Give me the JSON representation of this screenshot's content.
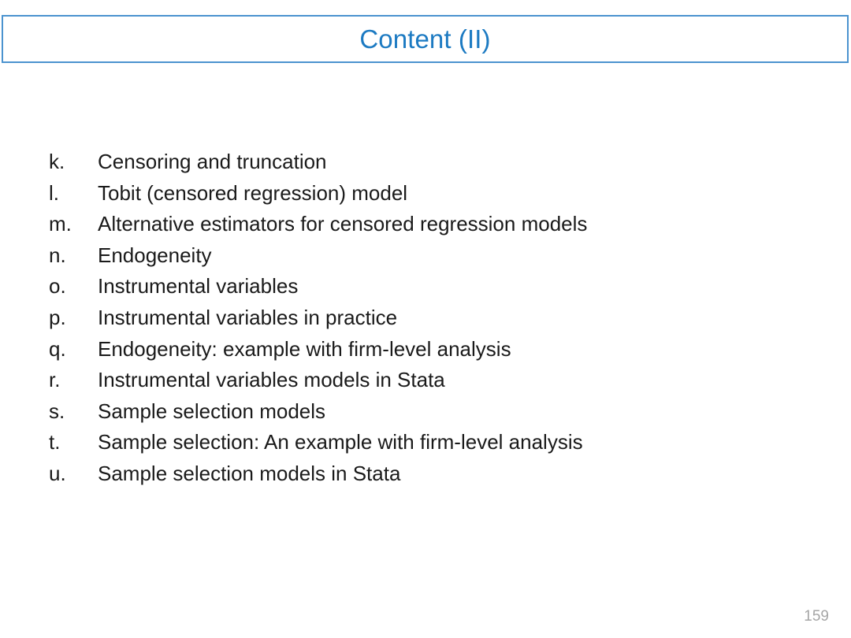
{
  "slide": {
    "title": "Content (II)",
    "title_color": "#1c7ac2",
    "border_color": "#4b93cf",
    "background_color": "#ffffff",
    "text_color": "#1a1a1a",
    "page_number": "159",
    "page_number_color": "#a6a6a6"
  },
  "content_list": [
    {
      "marker": "k.",
      "text": "Censoring and truncation"
    },
    {
      "marker": "l.",
      "text": "Tobit (censored regression) model"
    },
    {
      "marker": "m.",
      "text": "Alternative estimators for censored regression models"
    },
    {
      "marker": "n.",
      "text": "Endogeneity"
    },
    {
      "marker": "o.",
      "text": "Instrumental variables"
    },
    {
      "marker": "p.",
      "text": "Instrumental variables in practice"
    },
    {
      "marker": "q.",
      "text": "Endogeneity: example with firm-level analysis"
    },
    {
      "marker": "r.",
      "text": "Instrumental variables models in Stata"
    },
    {
      "marker": "s.",
      "text": "Sample selection models"
    },
    {
      "marker": "t.",
      "text": "Sample selection: An example with firm-level analysis"
    },
    {
      "marker": "u.",
      "text": "Sample selection models in Stata"
    }
  ]
}
